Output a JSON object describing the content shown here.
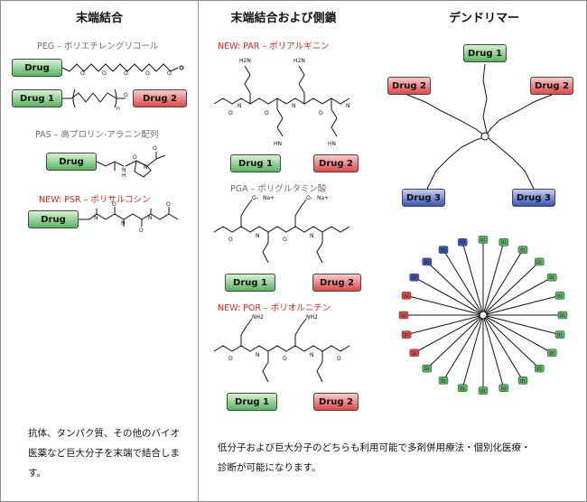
{
  "columns": {
    "left": {
      "heading": "末端結合",
      "peg_label": "PEG – ポリエチレングリコール",
      "pas_label": "PAS – 高プロリン-アラニン配列",
      "psr_label": "NEW: PSR – ポリサルコシン",
      "description": "抗体、タンパク質、その他のバイオ医薬など巨大分子を末端で結合します。"
    },
    "middle": {
      "heading": "末端結合および側鎖",
      "par_label": "NEW: PAR – ポリアルギニン",
      "pga_label": "PGA – ポリグルタミン酸",
      "por_label": "NEW: POR – ポリオルニチン",
      "description": "低分子および巨大分子のどちらも利用可能で多剤併用療法・個別化医療・診断が可能になります。"
    },
    "right": {
      "heading": "デンドリマー"
    }
  },
  "drug": {
    "drug": "Drug",
    "drug1": "Drug 1",
    "drug2": "Drug 2",
    "drug3": "Drug 3",
    "d1": "D1",
    "d2": "D2",
    "d3": "D3"
  },
  "chem": {
    "n": "n",
    "na": "Na+",
    "nh2": "NH2",
    "hn": "HN",
    "h2n": "H2N",
    "nh": "NH",
    "n_atom": "N",
    "h": "H",
    "o": "O",
    "o_minus": "O-"
  },
  "colors": {
    "green": "#57b45f",
    "red": "#e04848",
    "blue": "#3a54b6",
    "label_red": "#e0261c"
  }
}
